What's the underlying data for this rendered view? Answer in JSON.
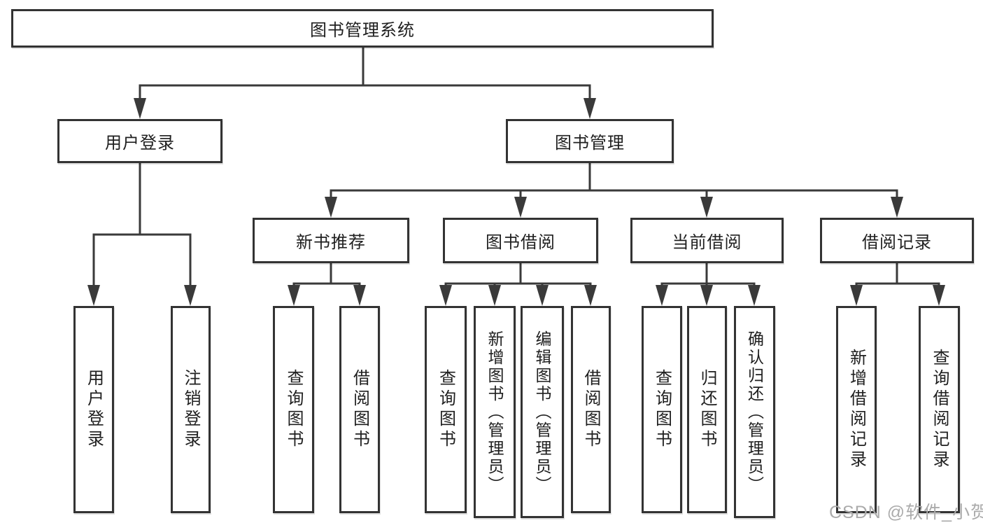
{
  "nodes": {
    "root": {
      "label": "图书管理系统"
    },
    "user_login": {
      "label": "用户登录"
    },
    "book_management": {
      "label": "图书管理"
    },
    "new_book_recommend": {
      "label": "新书推荐"
    },
    "book_borrow": {
      "label": "图书借阅"
    },
    "current_borrow": {
      "label": "当前借阅"
    },
    "borrow_records": {
      "label": "借阅记录"
    },
    "leaf_user_login": {
      "label": "用户登录"
    },
    "leaf_logout": {
      "label": "注销登录"
    },
    "leaf_nb_query": {
      "label": "查询图书"
    },
    "leaf_nb_borrow": {
      "label": "借阅图书"
    },
    "leaf_bb_query": {
      "label": "查询图书"
    },
    "leaf_bb_add": {
      "label": "新增图书（管理员）"
    },
    "leaf_bb_edit": {
      "label": "编辑图书（管理员）"
    },
    "leaf_bb_borrow": {
      "label": "借阅图书"
    },
    "leaf_cb_query": {
      "label": "查询图书"
    },
    "leaf_cb_return": {
      "label": "归还图书"
    },
    "leaf_cb_confirm": {
      "label": "确认归还（管理员）"
    },
    "leaf_br_add": {
      "label": "新增借阅记录"
    },
    "leaf_br_query": {
      "label": "查询借阅记录"
    }
  },
  "hierarchy": {
    "root": [
      "user_login",
      "book_management"
    ],
    "user_login": [
      "leaf_user_login",
      "leaf_logout"
    ],
    "book_management": [
      "new_book_recommend",
      "book_borrow",
      "current_borrow",
      "borrow_records"
    ],
    "new_book_recommend": [
      "leaf_nb_query",
      "leaf_nb_borrow"
    ],
    "book_borrow": [
      "leaf_bb_query",
      "leaf_bb_add",
      "leaf_bb_edit",
      "leaf_bb_borrow"
    ],
    "current_borrow": [
      "leaf_cb_query",
      "leaf_cb_return",
      "leaf_cb_confirm"
    ],
    "borrow_records": [
      "leaf_br_add",
      "leaf_br_query"
    ]
  },
  "watermark": {
    "text": "CSDN @软件_小贺同学"
  },
  "colors": {
    "line": "#3a3a3a",
    "box_border": "#333333",
    "text": "#1f1f1f",
    "watermark": "#ababab",
    "background": "#ffffff"
  }
}
